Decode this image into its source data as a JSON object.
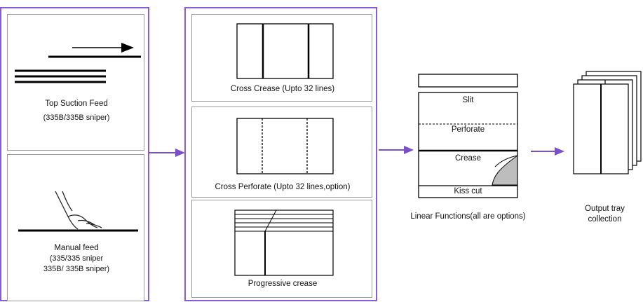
{
  "feed": {
    "top_suction": {
      "title": "Top Suction Feed",
      "model": "(335B/335B sniper)"
    },
    "manual": {
      "line1": "Manual feed",
      "line2": "(335/335 sniper",
      "line3": "335B/ 335B sniper)"
    }
  },
  "cross": {
    "crease": "Cross Crease (Upto 32 lines)",
    "perforate": "Cross Perforate (Upto 32 lines,option)",
    "progressive": "Progressive crease"
  },
  "linear": {
    "slit": "Slit",
    "perforate": "Perforate",
    "crease": "Crease",
    "kiss_cut": "Kiss cut",
    "caption": "Linear Functions(all are options)"
  },
  "output": {
    "line1": "Output tray",
    "line2": "collection"
  },
  "colors": {
    "frame": "#8a5bd6",
    "panel_border": "#9a9a9a",
    "arrow": "#7a4fc9"
  }
}
